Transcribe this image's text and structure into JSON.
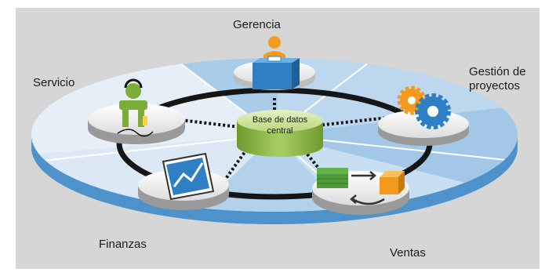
{
  "diagram": {
    "center": {
      "line1": "Base de datos",
      "line2": "central"
    },
    "nodes": {
      "gerencia": "Gerencia",
      "gestion_line1": "Gestión de",
      "gestion_line2": "proyectos",
      "servicio": "Servicio",
      "finanzas": "Finanzas",
      "ventas": "Ventas"
    },
    "colors": {
      "background": "#d6d6d6",
      "disc_light": "#cfe3f3",
      "disc_blue": "#9fc6e6",
      "disc_side": "#5b9ed3",
      "ring": "#151515",
      "database": "#a3c95a",
      "gear_orange": "#f39a1e",
      "gear_blue": "#2f7fc4"
    }
  }
}
